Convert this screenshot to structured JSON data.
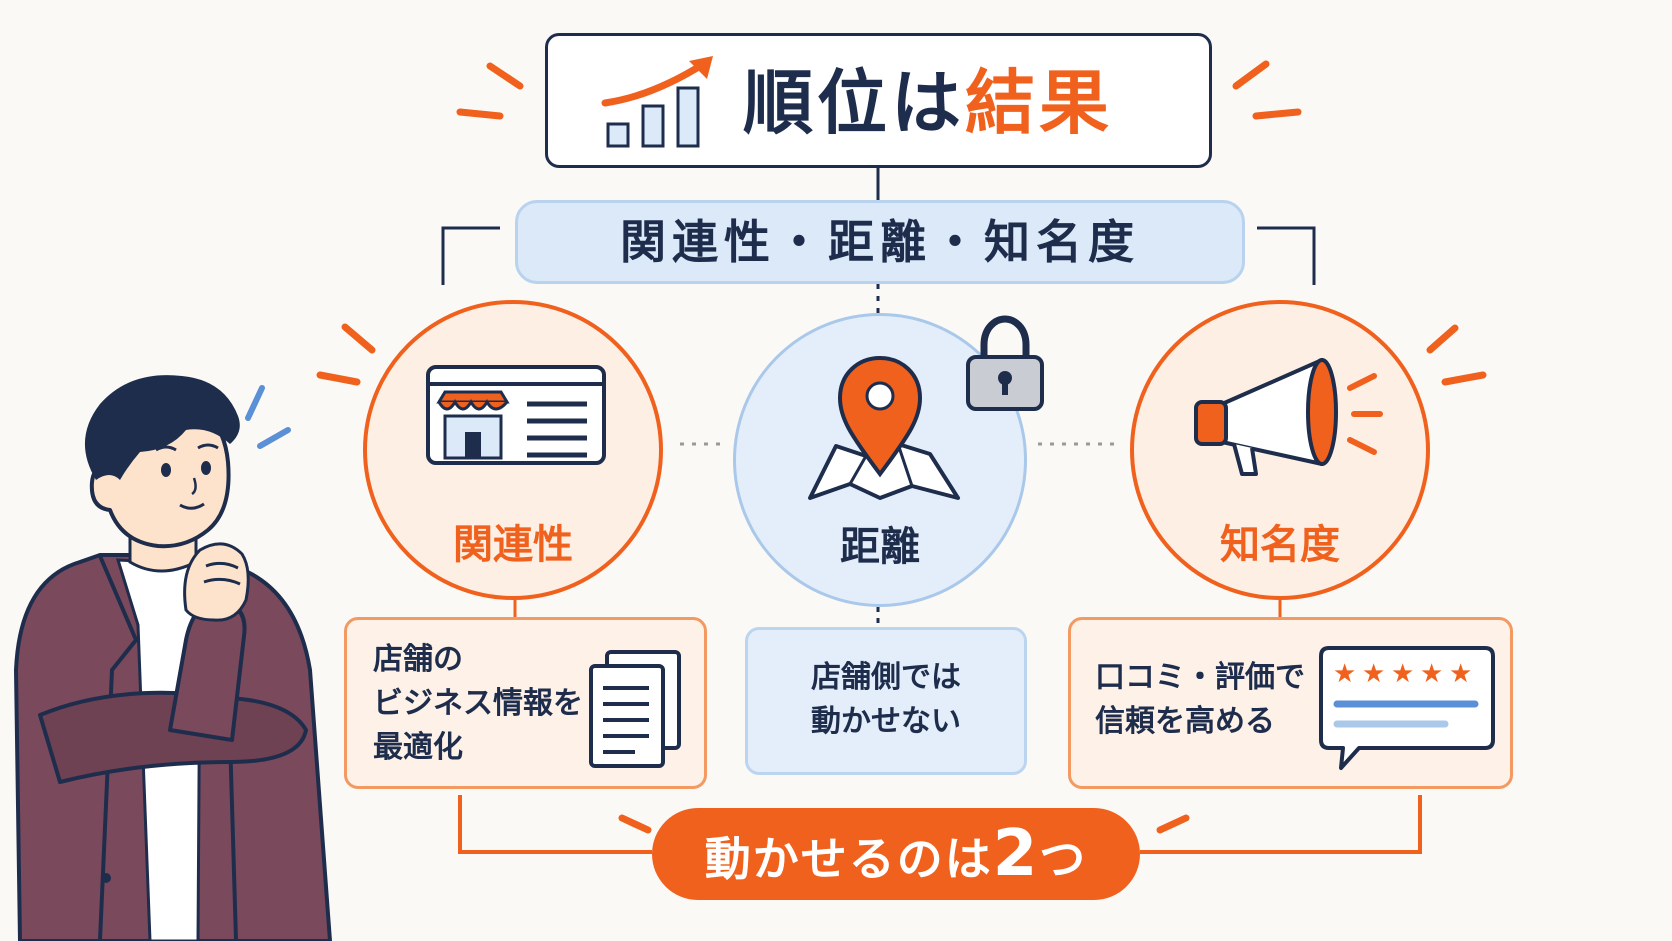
{
  "title": {
    "part1": "順位は",
    "part2": "結果"
  },
  "factors_banner": "関連性・距離・知名度",
  "factors": [
    {
      "label": "関連性",
      "description": [
        "店舗の",
        "ビジネス情報を",
        "最適化"
      ]
    },
    {
      "label": "距離",
      "description": [
        "店舗側では",
        "動かせない"
      ]
    },
    {
      "label": "知名度",
      "description": [
        "口コミ・評価で",
        "信頼を高める"
      ]
    }
  ],
  "conclusion": {
    "text": "動かせるのは",
    "number": "2",
    "suffix": "つ"
  },
  "colors": {
    "navy": "#1f2d4d",
    "orange": "#f0611e",
    "light_blue": "#dbe9f8",
    "light_orange": "#fdefe4"
  },
  "icons": [
    "growth-chart-icon",
    "storefront-icon",
    "map-pin-icon",
    "lock-icon",
    "megaphone-icon",
    "document-icon",
    "review-stars-icon",
    "thinking-person-illustration"
  ]
}
